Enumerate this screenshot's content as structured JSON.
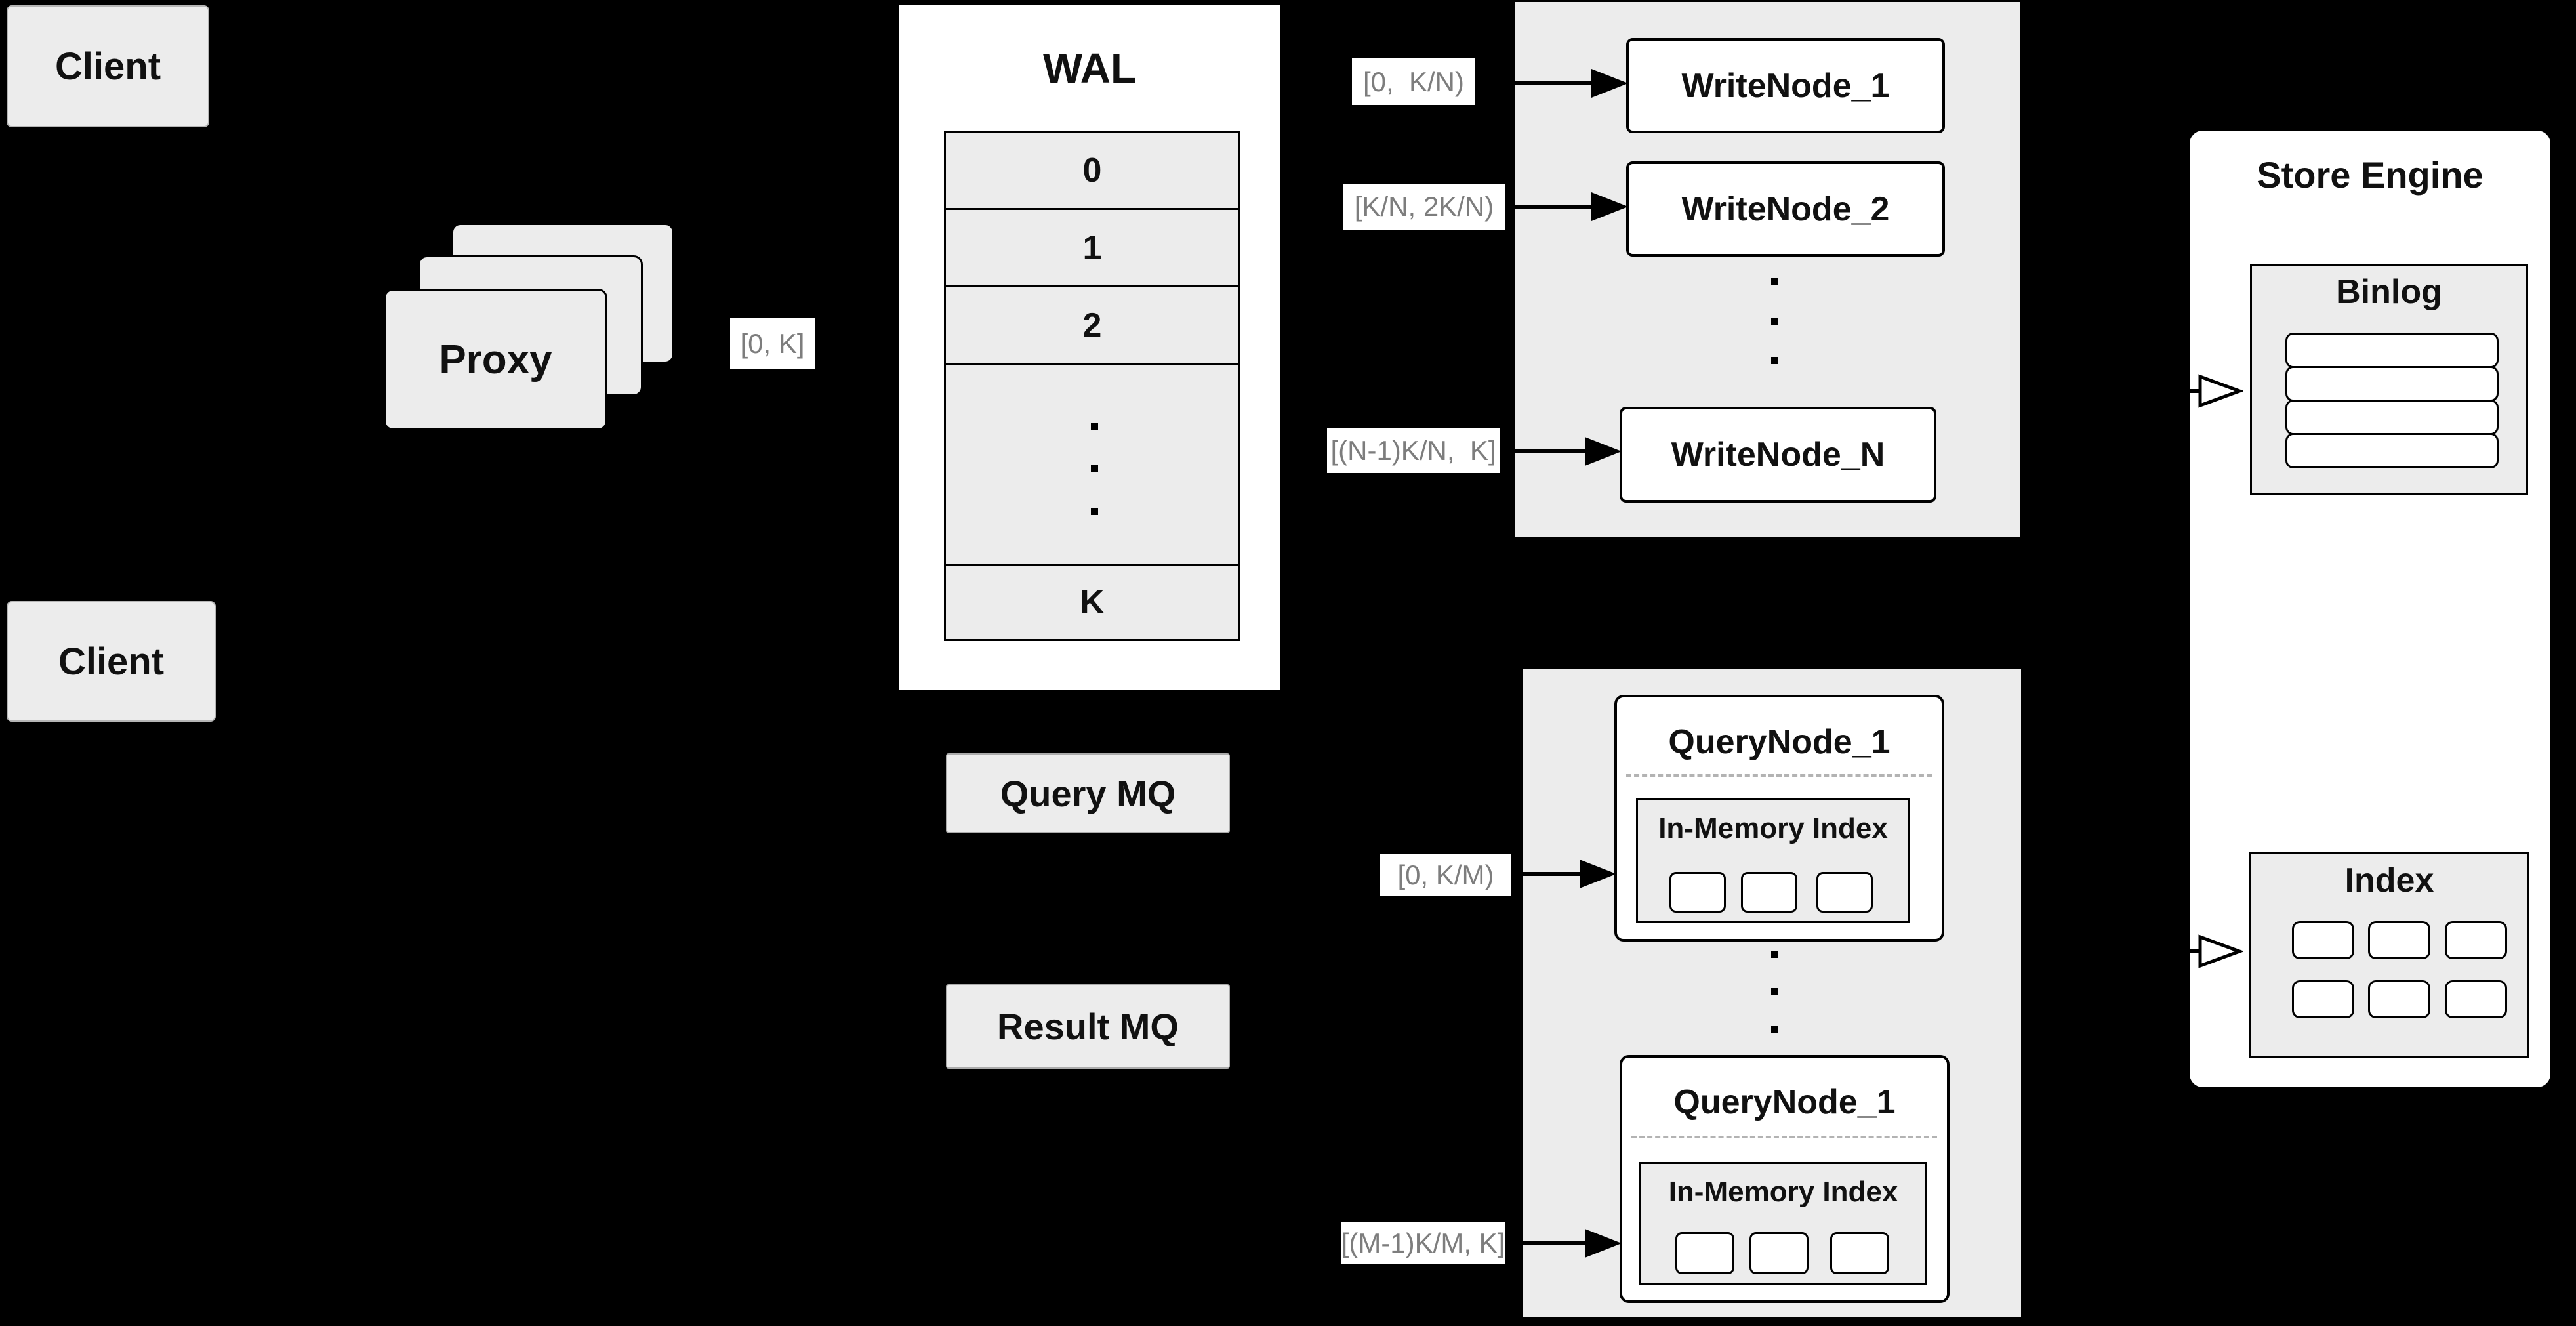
{
  "colors": {
    "background": "#000000",
    "container_fill": "#ececec",
    "node_fill": "#ffffff",
    "border": "#000000",
    "range_label_text": "#7d7d7d",
    "dashed_separator": "#b3b3b3"
  },
  "clients": {
    "top": "Client",
    "bottom": "Client"
  },
  "proxy": {
    "label": "Proxy"
  },
  "edge_labels": {
    "proxy_to_wal": "[0, K]",
    "to_writenode_1": "[0,  K/N)",
    "to_writenode_2": "[K/N, 2K/N)",
    "to_writenode_n": "[(N-1)K/N,  K]",
    "to_querynode_1": "[0, K/M)",
    "to_querynode_m": "[(M-1)K/M, K]"
  },
  "wal": {
    "title": "WAL",
    "rows": [
      "0",
      "1",
      "2",
      "K"
    ]
  },
  "write_nodes": {
    "nodes": [
      "WriteNode_1",
      "WriteNode_2",
      "WriteNode_N"
    ]
  },
  "mq": {
    "query": "Query MQ",
    "result": "Result MQ"
  },
  "query_nodes": {
    "nodes": [
      {
        "title": "QueryNode_1",
        "inner_title": "In-Memory Index"
      },
      {
        "title": "QueryNode_1",
        "inner_title": "In-Memory Index"
      }
    ]
  },
  "store_engine": {
    "title": "Store Engine",
    "binlog_title": "Binlog",
    "index_title": "Index"
  }
}
